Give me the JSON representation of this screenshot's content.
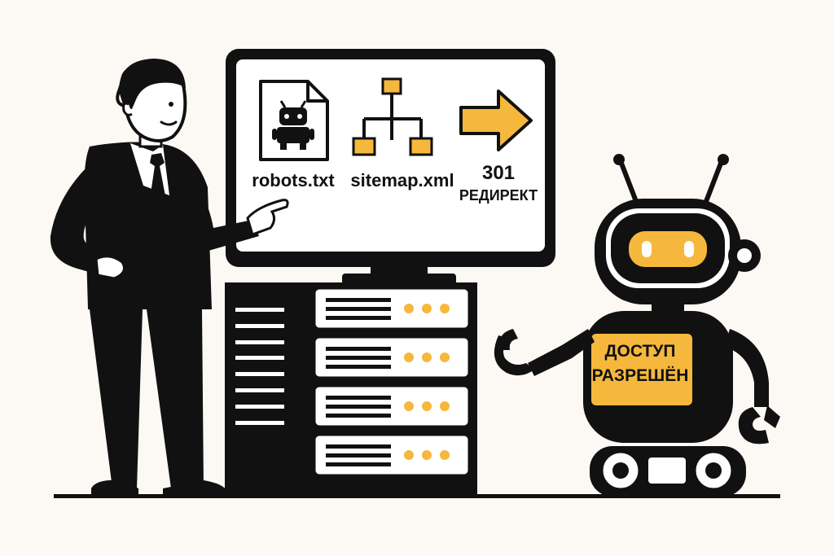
{
  "screen": {
    "items": [
      {
        "label": "robots.txt",
        "icon": "robot-file-icon"
      },
      {
        "label": "sitemap.xml",
        "icon": "sitemap-tree-icon"
      },
      {
        "code": "301",
        "label": "РЕДИРЕКТ",
        "icon": "arrow-right-icon"
      }
    ]
  },
  "robot": {
    "badge_line1": "ДОСТУП",
    "badge_line2": "РАЗРЕШЁН"
  },
  "colors": {
    "accent": "#f6b83c",
    "ink": "#111111",
    "background": "#fcf9f4"
  }
}
